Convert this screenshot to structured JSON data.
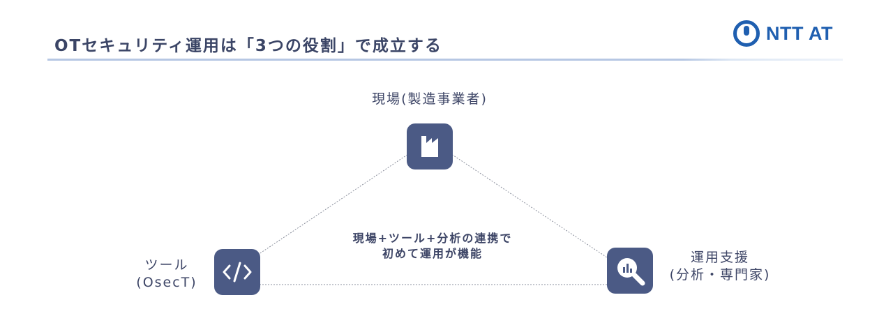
{
  "header": {
    "title": "OTセキュリティ運用は「3つの役割」で成立する",
    "logo_text": "NTT AT"
  },
  "diagram": {
    "top_node": {
      "label": "現場(製造事業者)",
      "icon": "factory-icon"
    },
    "left_node": {
      "label_line1": "ツール",
      "label_line2": "(OsecT)",
      "icon": "code-icon"
    },
    "right_node": {
      "label_line1": "運用支援",
      "label_line2": "(分析・専門家)",
      "icon": "magnifier-chart-icon"
    },
    "center_line1": "現場+ツール+分析の連携で",
    "center_line2": "初めて運用が機能"
  },
  "colors": {
    "node_fill": "#4b5a85",
    "text": "#3d4566",
    "brand": "#1f5fb0",
    "rule": "#b6c7e3"
  }
}
